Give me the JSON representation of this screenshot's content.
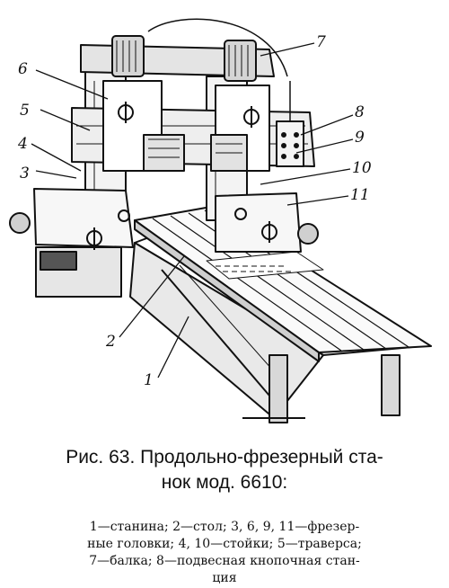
{
  "figure": {
    "callouts": [
      {
        "id": "1",
        "label": "1"
      },
      {
        "id": "2",
        "label": "2"
      },
      {
        "id": "3",
        "label": "3"
      },
      {
        "id": "4",
        "label": "4"
      },
      {
        "id": "5",
        "label": "5"
      },
      {
        "id": "6",
        "label": "6"
      },
      {
        "id": "7",
        "label": "7"
      },
      {
        "id": "8",
        "label": "8"
      },
      {
        "id": "9",
        "label": "9"
      },
      {
        "id": "10",
        "label": "10"
      },
      {
        "id": "11",
        "label": "11"
      }
    ]
  },
  "caption": {
    "title_line1": "Рис. 63. Продольно-фрезерный ста-",
    "title_line2": "нок мод. 6610:",
    "legend_line1": "1—станина; 2—стол; 3, 6, 9, 11—фрезер-",
    "legend_line2": "ные головки; 4, 10—стойки; 5—траверса;",
    "legend_line3": "7—балка; 8—подвесная кнопочная стан-",
    "legend_line4": "ция"
  }
}
